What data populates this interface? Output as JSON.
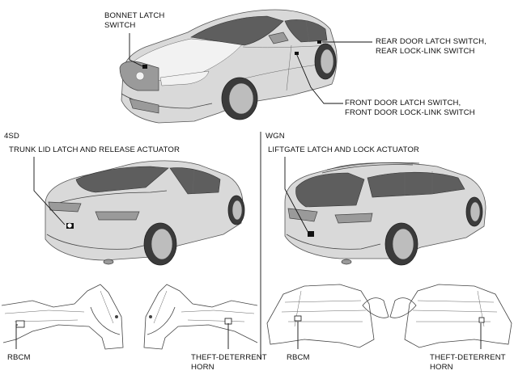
{
  "labels": {
    "bonnet": [
      "BONNET LATCH",
      "SWITCH"
    ],
    "rear_door": [
      "REAR DOOR LATCH SWITCH,",
      "REAR LOCK-LINK SWITCH"
    ],
    "front_door": [
      "FRONT DOOR LATCH SWITCH,",
      "FRONT DOOR LOCK-LINK SWITCH"
    ],
    "sd_section": "4SD",
    "trunk": "TRUNK LID LATCH AND RELEASE ACTUATOR",
    "wgn_section": "WGN",
    "liftgate": "LIFTGATE LATCH AND LOCK ACTUATOR",
    "rbcm_left": "RBCM",
    "horn_left": [
      "THEFT-DETERRENT",
      "HORN"
    ],
    "rbcm_right": "RBCM",
    "horn_right": [
      "THEFT-DETERRENT",
      "HORN"
    ]
  },
  "colors": {
    "body": "#d9d9d9",
    "glass": "#5e5e5e",
    "line": "#111111"
  }
}
